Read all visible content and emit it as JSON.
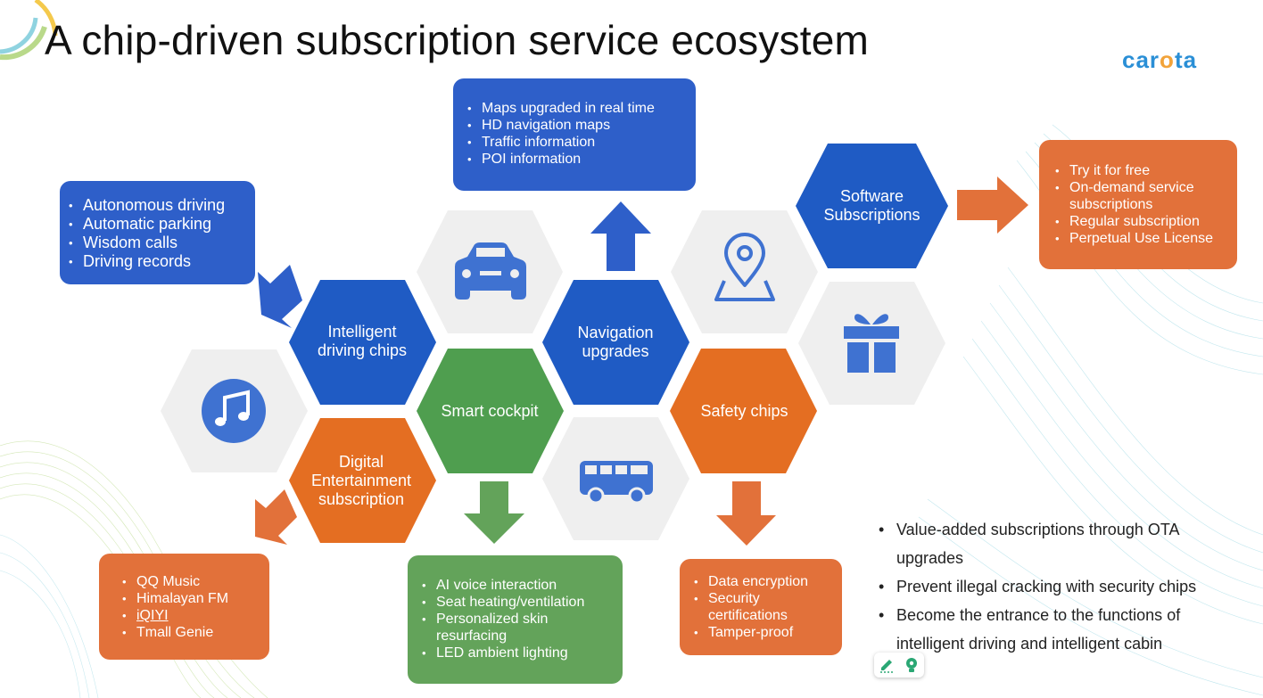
{
  "title": "A chip-driven subscription service ecosystem",
  "logo": {
    "text_a": "car",
    "text_o": "o",
    "text_b": "ta"
  },
  "hexagons": {
    "software": "Software Subscriptions",
    "navigation": "Navigation upgrades",
    "intelligent": "Intelligent driving chips",
    "smart": "Smart cockpit",
    "safety": "Safety chips",
    "digital": "Digital Entertainment subscription"
  },
  "boxes": {
    "autonomous": [
      "Autonomous driving",
      "Automatic parking",
      "Wisdom calls",
      "Driving records"
    ],
    "maps": [
      "Maps upgraded in real time",
      "HD navigation maps",
      "Traffic information",
      "POI information"
    ],
    "software": [
      "Try it for free",
      "On-demand service subscriptions",
      "Regular subscription",
      "Perpetual Use License"
    ],
    "entertainment": [
      "QQ Music",
      "Himalayan FM",
      "iQIYI",
      "Tmall Genie"
    ],
    "cockpit": [
      "AI voice interaction",
      "Seat heating/ventilation",
      "Personalized skin resurfacing",
      "LED ambient lighting"
    ],
    "safety": [
      "Data encryption",
      "Security certifications",
      "Tamper-proof"
    ]
  },
  "summary": [
    "Value-added subscriptions through OTA upgrades",
    "Prevent illegal cracking with security chips",
    "Become the entrance to the functions of intelligent driving and intelligent cabin"
  ],
  "icons": [
    "car-icon",
    "location-pin-icon",
    "gift-icon",
    "music-note-icon",
    "bus-icon"
  ],
  "colors": {
    "blue": "#2e5fc9",
    "orange": "#e2713a",
    "green": "#63a35a",
    "gray": "#efefef"
  }
}
